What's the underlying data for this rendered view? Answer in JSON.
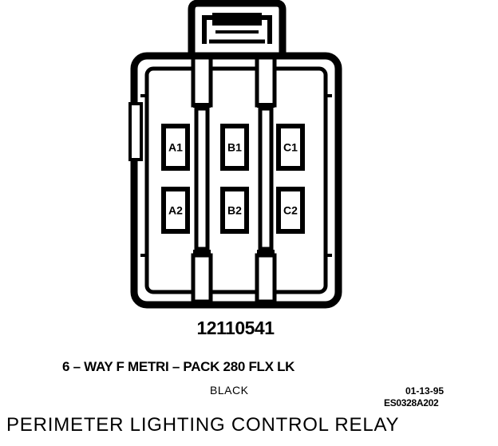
{
  "connector": {
    "part_number": "12110541",
    "description": "6 – WAY F METRI – PACK 280 FLX LK",
    "color": "BLACK",
    "date": "01-13-95",
    "reference": "ES0328A202",
    "title": "PERIMETER LIGHTING CONTROL RELAY"
  },
  "pins": [
    {
      "label": "A1",
      "row": 1,
      "col": 1
    },
    {
      "label": "B1",
      "row": 1,
      "col": 2
    },
    {
      "label": "C1",
      "row": 1,
      "col": 3
    },
    {
      "label": "A2",
      "row": 2,
      "col": 1
    },
    {
      "label": "B2",
      "row": 2,
      "col": 2
    },
    {
      "label": "C2",
      "row": 2,
      "col": 3
    }
  ]
}
